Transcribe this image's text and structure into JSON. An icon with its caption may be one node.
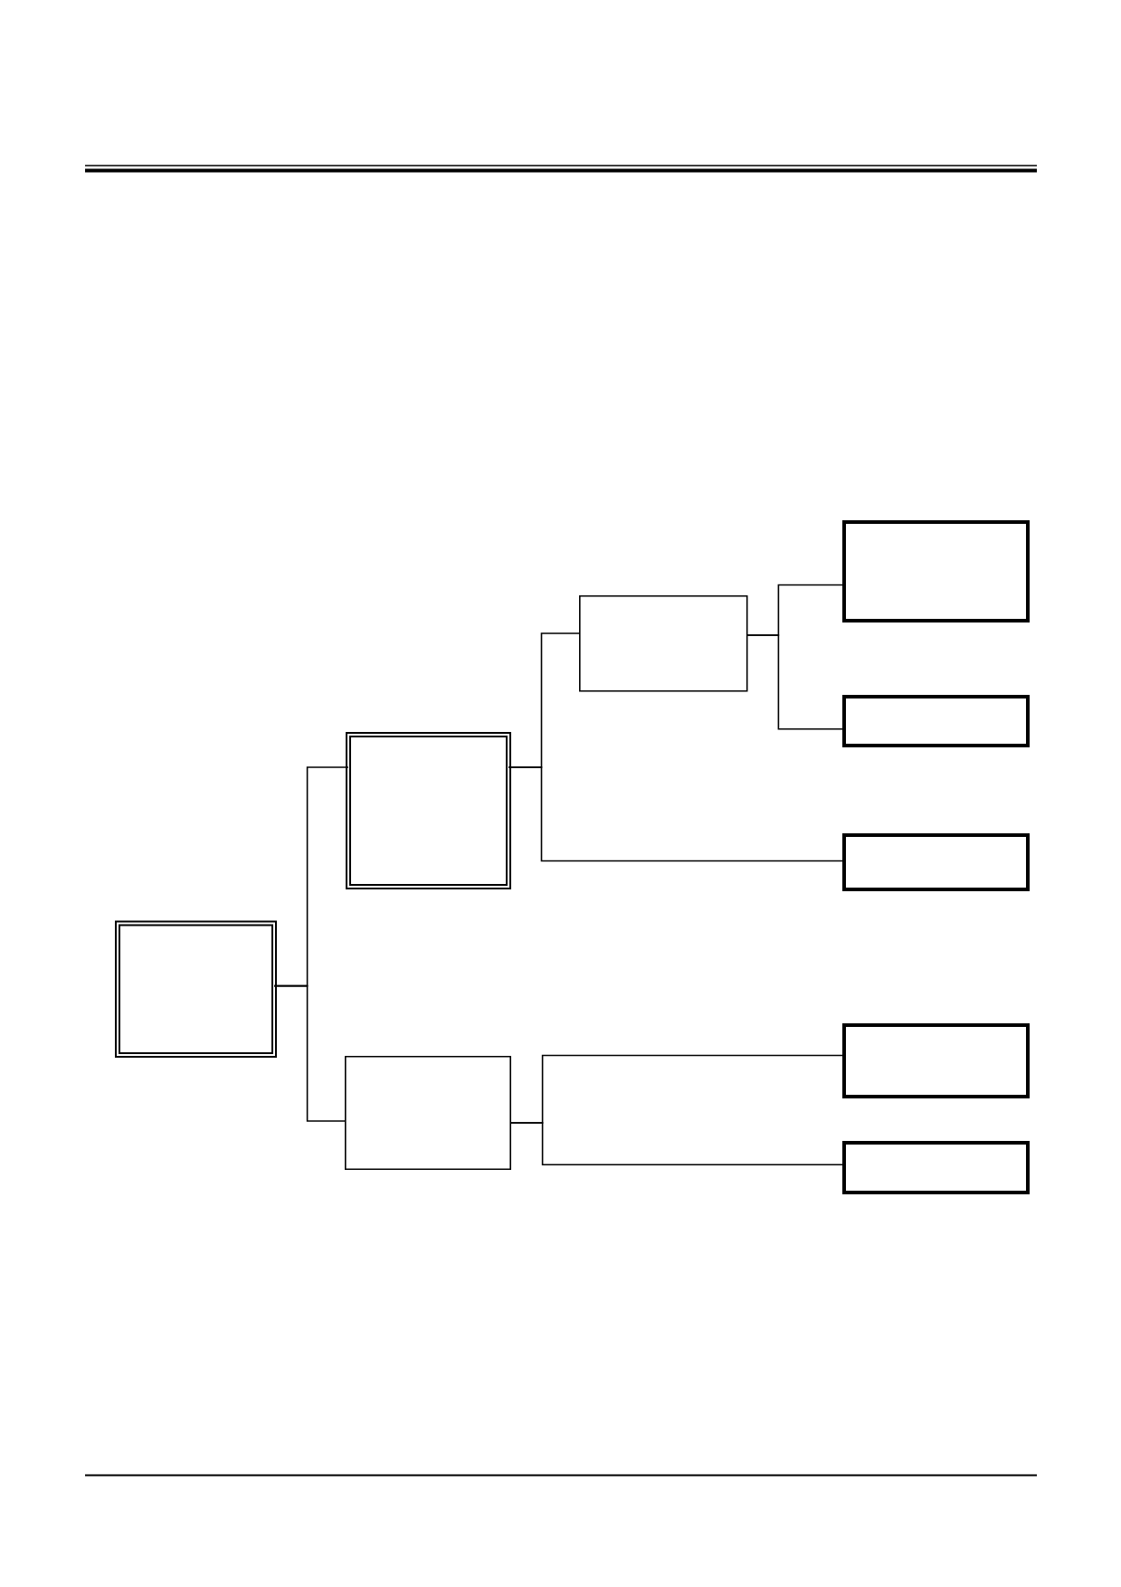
{
  "diagram": {
    "nodes": [
      {
        "text": [],
        "shape": "box"
      },
      {
        "text": [],
        "shape": "box"
      },
      {
        "text": [],
        "shape": "box"
      },
      {
        "text": [],
        "shape": "box"
      },
      {
        "text": [],
        "shape": "box"
      },
      {
        "text": [],
        "shape": "box"
      },
      {
        "text": [],
        "shape": "box"
      },
      {
        "text": [],
        "shape": "box"
      },
      {
        "text": [],
        "shape": "box"
      }
    ],
    "edges": [
      {
        "from": 0,
        "to": 1,
        "arrow": "none"
      },
      {
        "from": 0,
        "to": 2,
        "arrow": "none"
      },
      {
        "from": 1,
        "to": 3,
        "arrow": "none"
      },
      {
        "from": 1,
        "to": 6,
        "arrow": "none"
      },
      {
        "from": 3,
        "to": 4,
        "arrow": "none"
      },
      {
        "from": 3,
        "to": 5,
        "arrow": "none"
      },
      {
        "from": 2,
        "to": 7,
        "arrow": "none"
      },
      {
        "from": 2,
        "to": 8,
        "arrow": "none"
      }
    ]
  }
}
